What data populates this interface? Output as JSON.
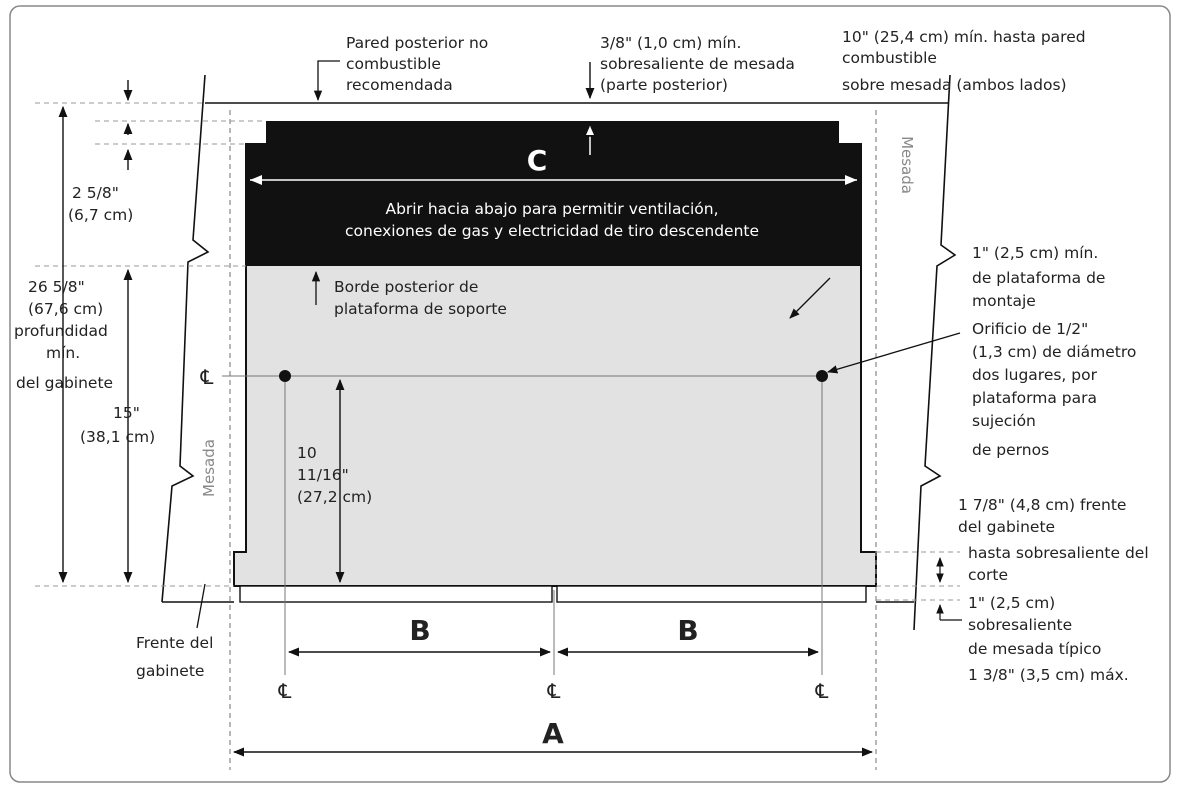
{
  "letters": {
    "a": "A",
    "b": "B",
    "c": "C"
  },
  "centerline_symbol": "℄",
  "annotations": {
    "rear_wall": [
      "Pared posterior no",
      "combustible",
      "recomendada"
    ],
    "overhang_rear": [
      "3/8\" (1,0 cm) mín.",
      "sobresaliente de mesada",
      "(parte posterior)"
    ],
    "clearance_wall": [
      "10\" (25,4 cm) mín. hasta pared",
      "combustible",
      "sobre mesada (ambos lados)"
    ],
    "dim_2_5_8": [
      "2 5/8\"",
      "(6,7 cm)"
    ],
    "cabinet_depth": [
      "26 5/8\"",
      "(67,6 cm)",
      "profundidad",
      "mín.",
      "del gabinete"
    ],
    "dim_15": [
      "15\"",
      "(38,1 cm)"
    ],
    "dim_10_11_16": [
      "10",
      "11/16\"",
      "(27,2 cm)"
    ],
    "open_down": [
      "Abrir hacia abajo para permitir ventilación,",
      "conexiones de gas y electricidad de tiro descendente"
    ],
    "support_edge": [
      "Borde posterior de",
      "plataforma de soporte"
    ],
    "platform_min": [
      "1\" (2,5 cm) mín.",
      "de plataforma de",
      "montaje"
    ],
    "hole": [
      "Orificio de 1/2\"",
      "(1,3 cm) de diámetro",
      "dos lugares, por",
      "plataforma para",
      "sujeción",
      "de pernos"
    ],
    "front_overhang": [
      "1 7/8\" (4,8 cm) frente",
      "del gabinete",
      "hasta sobresaliente del",
      "corte"
    ],
    "typical_overhang": [
      "1\" (2,5 cm)",
      "sobresaliente",
      "de mesada típico",
      "1 3/8\" (3,5 cm) máx."
    ],
    "cabinet_front": [
      "Frente del",
      "gabinete"
    ],
    "countertop": "Mesada"
  }
}
